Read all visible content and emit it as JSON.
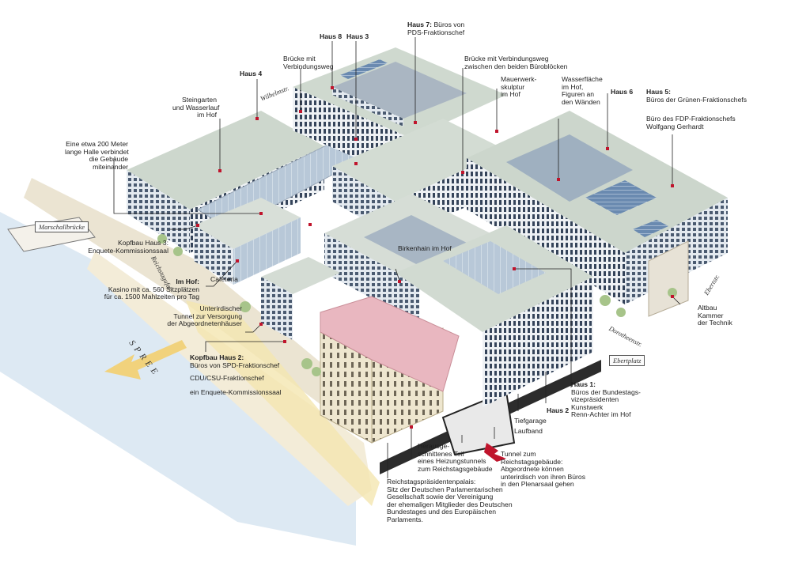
{
  "labels": {
    "haus8": "Haus 8",
    "haus3": "Haus 3",
    "haus7_title": "Haus 7:",
    "haus7_l1": "Büros von",
    "haus7_l2": "PDS-Fraktionschef",
    "bruecke_mit_1": "Brücke mit",
    "bruecke_mit_2": "Verbindungsweg",
    "bruecke_zw_1": "Brücke mit Verbindungsweg",
    "bruecke_zw_2": "zwischen den beiden Büroblöcken",
    "haus4": "Haus 4",
    "mauer_1": "Mauerwerk-",
    "mauer_2": "skulptur",
    "mauer_3": "im Hof",
    "wasser_1": "Wasserfläche",
    "wasser_2": "im Hof,",
    "wasser_3": "Figuren an",
    "wasser_4": "den Wänden",
    "haus6": "Haus 6",
    "haus5_title": "Haus 5:",
    "haus5_l1": "Büros der Grünen-Fraktionschefs",
    "fdp_1": "Büro des FDP-Fraktionschefs",
    "fdp_2": "Wolfgang Gerhardt",
    "stein_1": "Steingarten",
    "stein_2": "und Wasserlauf",
    "stein_3": "im Hof",
    "halle_1": "Eine etwa 200 Meter",
    "halle_2": "lange Halle verbindet",
    "halle_3": "die Gebäude",
    "halle_4": "miteinander",
    "kopf3_1": "Kopfbau Haus 3:",
    "kopf3_2": "Enquete-Kommissionssaal",
    "cafeteria": "Cafeteria",
    "birkenhain": "Birkenhain im Hof",
    "imhof_title": "Im Hof:",
    "imhof_l1": "Kasino mit ca. 560 Sitzplätzen",
    "imhof_l2": "für ca. 1500 Mahlzeiten pro Tag",
    "tunnel_1": "Unterirdischer",
    "tunnel_2": "Tunnel zur Versorgung",
    "tunnel_3": "der Abgeordnetenhäuser",
    "kopf2_title": "Kopfbau Haus 2:",
    "kopf2_l1": "Büros von SPD-Fraktionschef",
    "cdu": "CDU/CSU-Fraktionschef",
    "enquete": "ein Enquete-Kommissionssaal",
    "altbau_1": "Altbau",
    "altbau_2": "Kammer",
    "altbau_3": "der Technik",
    "haus1_title": "Haus 1:",
    "haus1_l1": "Büros der Bundestags-",
    "haus1_l2": "vizepräsidenten",
    "haus1_l3": "Kunstwerk",
    "haus1_l4": "Renn-Achter im Hof",
    "haus2": "Haus 2",
    "tiefgarage": "Tiefgarage",
    "laufband": "Laufband",
    "heiz_1": "Herausge-",
    "heiz_2": "schnittenes Teil",
    "heiz_3": "eines Heizungstunnels",
    "heiz_4": "zum Reichstagsgebäude",
    "rtunnel_1": "Tunnel zum",
    "rtunnel_2": "Reichstagsgebäude:",
    "rtunnel_3": "Abgeordnete können",
    "rtunnel_4": "unterirdisch von ihren Büros",
    "rtunnel_5": "in den Plenarsaal gehen",
    "palais_1": "Reichstagspräsidentenpalais:",
    "palais_2": "Sitz der Deutschen Parlamentarischen",
    "palais_3": "Gesellschaft sowie der Vereinigung",
    "palais_4": "der ehemaligen Mitglieder des Deutschen",
    "palais_5": "Bundestages und des Europäischen",
    "palais_6": "Parlaments."
  },
  "streets": {
    "wilhelm": "Wilhelmstr.",
    "reichstagufer": "Reichstagufer",
    "spree": "S P R E E",
    "ebertstr": "Ebertstr.",
    "dorotheen": "Dorotheenstr."
  },
  "signs": {
    "marschall": "Marschallbrücke",
    "ebertplatz": "Ebertplatz"
  },
  "colors": {
    "roof": "#cfd8cf",
    "facade": "#dfe6ec",
    "window": "#3c4a5e",
    "palais_roof": "#e7b3bd",
    "marker": "#c0142c",
    "river": "#dce8f2",
    "road": "#f2e4b4"
  }
}
